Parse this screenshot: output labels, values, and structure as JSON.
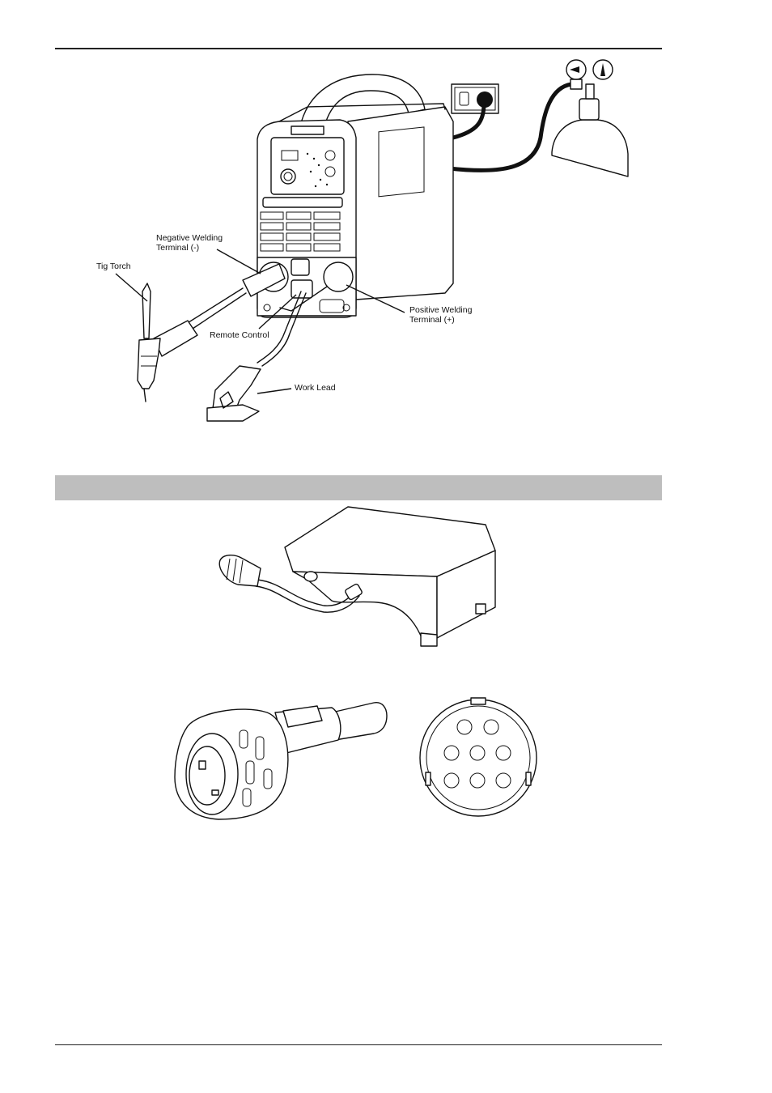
{
  "figure1": {
    "labels": {
      "tig_torch": "Tig Torch",
      "negative_terminal": "Negative Welding\nTerminal (-)",
      "remote_control": "Remote Control",
      "positive_terminal": "Positive Welding\nTerminal (+)",
      "work_lead": "Work Lead"
    }
  },
  "section_band": {
    "title": ""
  }
}
